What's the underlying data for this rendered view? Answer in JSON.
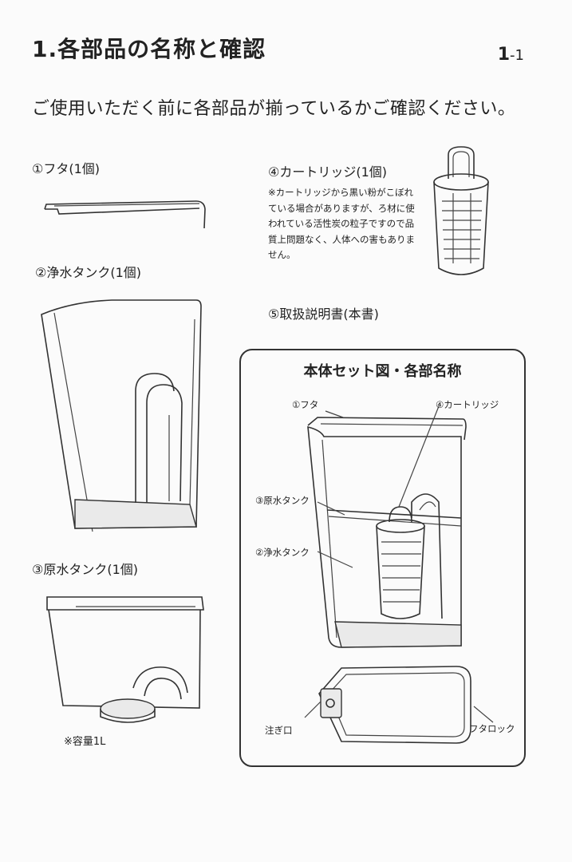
{
  "header": {
    "title": "1.各部品の名称と確認",
    "page_main": "1",
    "page_sub": "-1"
  },
  "intro": "ご使用いただく前に各部品が揃っているかご確認ください。",
  "parts": {
    "lid": "①フタ(1個)",
    "filtered_tank": "②浄水タンク(1個)",
    "raw_tank": "③原水タンク(1個)",
    "capacity_note": "※容量1L",
    "cartridge": "④カートリッジ(1個)",
    "cartridge_note": "※カートリッジから黒い粉がこぼれている場合がありますが、ろ材に使われている活性炭の粒子ですので品質上問題なく、人体への害もありません。",
    "manual": "⑤取扱説明書(本書)"
  },
  "assembly": {
    "title": "本体セット図・各部名称",
    "callouts": {
      "lid": "①フタ",
      "cartridge": "④カートリッジ",
      "raw_tank": "③原水タンク",
      "filtered_tank": "②浄水タンク",
      "spout": "注ぎ口",
      "lid_lock": "フタロック"
    }
  }
}
